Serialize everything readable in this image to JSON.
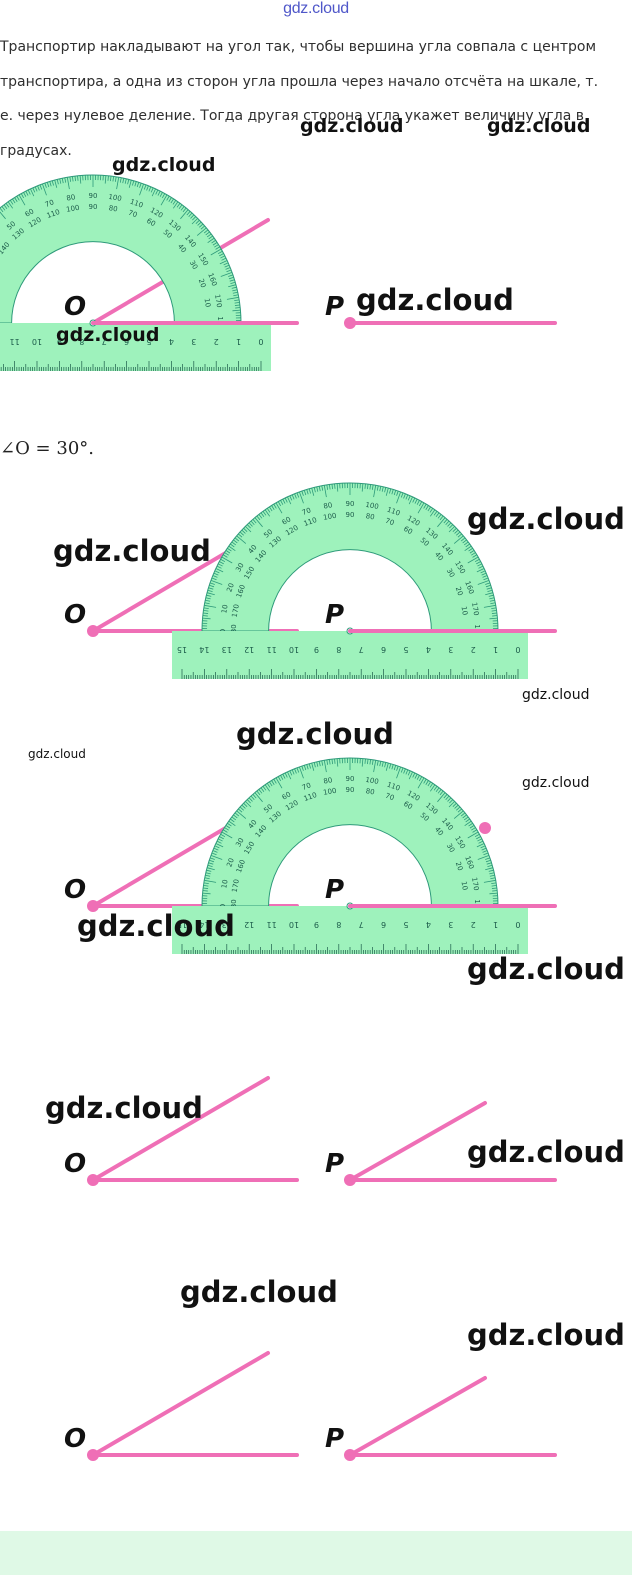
{
  "header": {
    "site": "gdz.cloud"
  },
  "paragraph": [
    "Транспортир накладывают на угол так, чтобы вершина угла совпала с центром",
    "транспортира, а одна из сторон угла прошла через начало отсчёта на шкале, т.",
    "е. через нулевое деление. Тогда другая сторона угла укажет величину угла в",
    "градусах."
  ],
  "formula": "∠O = 30°.",
  "points": {
    "o": "O",
    "p": "P"
  },
  "watermark": "gdz.cloud",
  "protractor": {
    "outer_ticks": [
      "0",
      "10",
      "20",
      "30",
      "40",
      "50",
      "60",
      "70",
      "80",
      "90",
      "100",
      "110",
      "120",
      "130",
      "140",
      "150",
      "160",
      "170",
      "180"
    ],
    "inner_ticks": [
      "180",
      "170",
      "160",
      "150",
      "140",
      "130",
      "120",
      "110",
      "100",
      "90",
      "80",
      "70",
      "60",
      "50",
      "40",
      "30",
      "20",
      "10",
      "0"
    ],
    "ruler_ticks": [
      "0",
      "1",
      "2",
      "3",
      "4",
      "5",
      "6",
      "7",
      "8",
      "9",
      "10",
      "11",
      "12",
      "13",
      "14",
      "15"
    ]
  },
  "colors": {
    "ray": "#ef6fb6",
    "protractor": "#9ef2bc",
    "protractor_edge": "#2e9a7a",
    "footer": "#dff9e6",
    "header": "#4f57c9"
  }
}
